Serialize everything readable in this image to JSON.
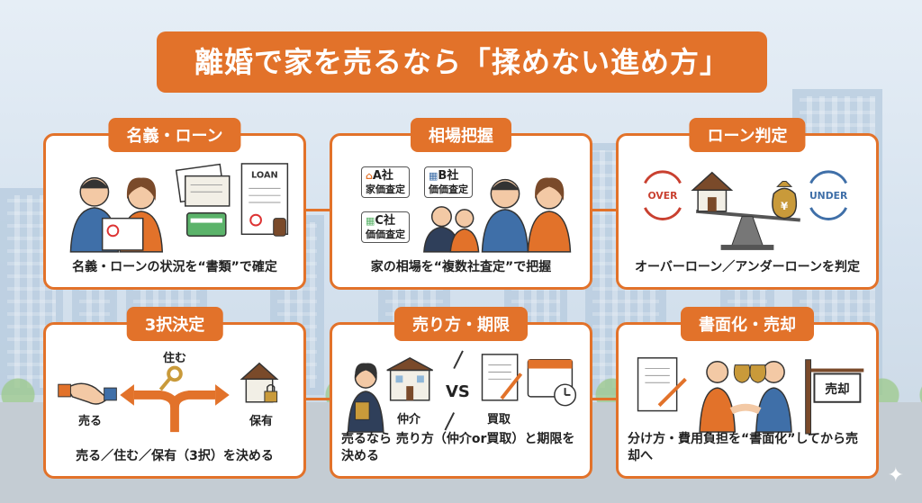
{
  "title": "離婚で家を売るなら「揉めない進め方」",
  "cards": [
    {
      "label": "名義・ローン",
      "caption": "名義・ローンの状況を“書類”で確定",
      "loan_doc": "LOAN"
    },
    {
      "label": "相場把握",
      "caption": "家の相場を“複数社査定”で把握",
      "companies": [
        {
          "name": "A社",
          "sub": "家価査定"
        },
        {
          "name": "B社",
          "sub": "価価査定"
        },
        {
          "name": "C社",
          "sub": "価価査定"
        }
      ]
    },
    {
      "label": "ローン判定",
      "caption": "オーバーローン／アンダーローンを判定",
      "over": "OVER",
      "under": "UNDER"
    },
    {
      "label": "3択決定",
      "caption": "売る／住む／保有（3択）を決める",
      "options": {
        "sell": "売る",
        "live": "住む",
        "keep": "保有"
      }
    },
    {
      "label": "売り方・期限",
      "caption": "売るなら 売り方（仲介or買取）と期限を決める",
      "method_a": "仲介",
      "vs": "VS",
      "method_b": "買取"
    },
    {
      "label": "書面化・売却",
      "caption": "分け方・費用負担を“書面化”してから売却へ",
      "sign": "売却"
    }
  ],
  "colors": {
    "accent": "#e2722a",
    "card_bg": "#ffffff",
    "text": "#222222"
  }
}
